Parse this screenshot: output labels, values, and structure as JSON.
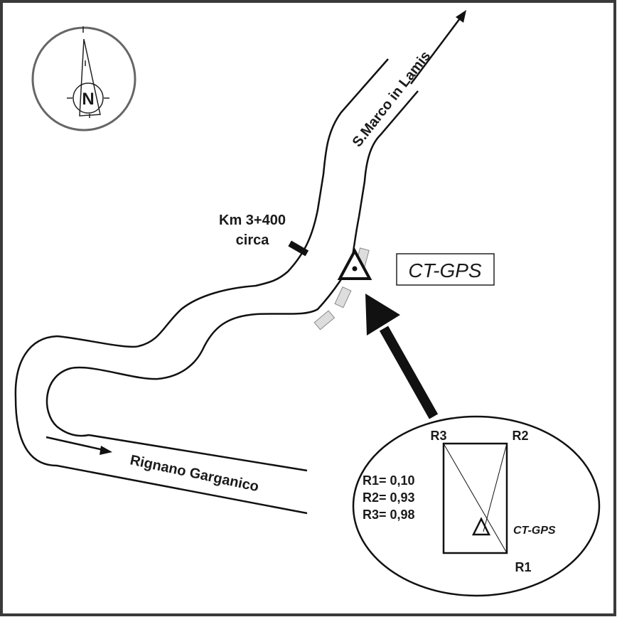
{
  "map": {
    "compass": {
      "label": "N",
      "icon": "north-arrow-icon"
    },
    "roads": {
      "north_destination": "S.Marco in Lamis",
      "south_destination": "Rignano Garganico"
    },
    "km_marker": {
      "line1": "Km 3+400",
      "line2": "circa"
    },
    "station_label": "CT-GPS",
    "station_icon": "triangle-station-icon"
  },
  "inset": {
    "corners": {
      "r1": "R1",
      "r2": "R2",
      "r3": "R3"
    },
    "ratios": [
      {
        "label": "R1= 0,10"
      },
      {
        "label": "R2= 0,93"
      },
      {
        "label": "R3= 0,98"
      }
    ],
    "station_label": "CT-GPS"
  },
  "colors": {
    "ink": "#1a1a1a",
    "frame": "#3a3a3a",
    "compass_ring": "#666666",
    "vehicle_fill": "#dddddd",
    "vehicle_stroke": "#888888"
  }
}
